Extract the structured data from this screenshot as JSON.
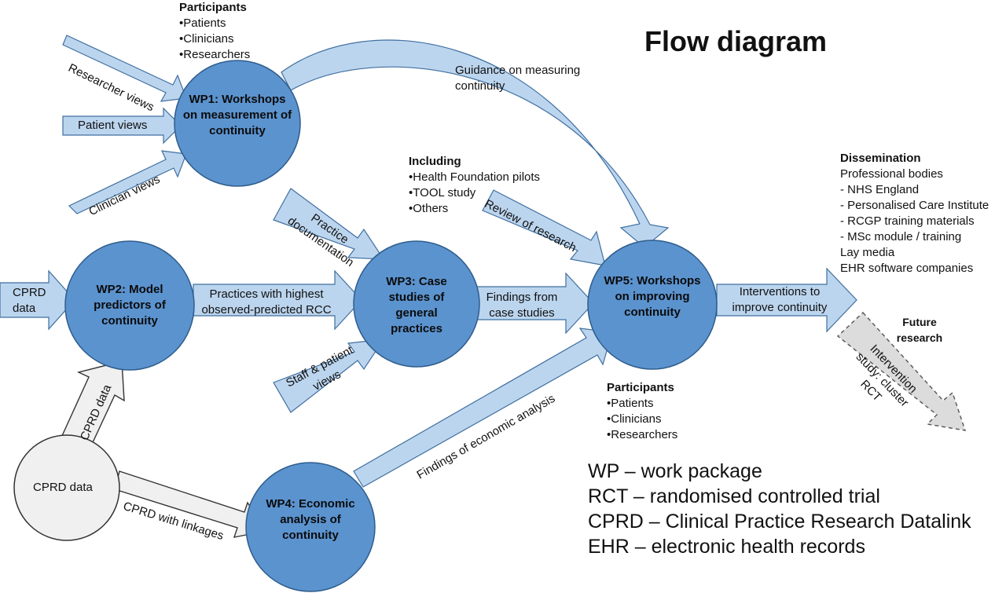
{
  "title": "Flow diagram",
  "colors": {
    "node_fill": "#5b93cf",
    "node_stroke": "#2f5d8c",
    "arrow_fill": "#bcd5ee",
    "arrow_stroke": "#3f6fa0",
    "data_fill": "#f0f0f0",
    "data_stroke": "#555555"
  },
  "participants_top": {
    "heading": "Participants",
    "items": [
      "Patients",
      "Clinicians",
      "Researchers"
    ]
  },
  "participants_bottom": {
    "heading": "Participants",
    "items": [
      "Patients",
      "Clinicians",
      "Researchers"
    ]
  },
  "including": {
    "heading": "Including",
    "items": [
      "Health Foundation pilots",
      "TOOL study",
      "Others"
    ]
  },
  "dissemination": {
    "heading": "Dissemination",
    "lines": [
      "Professional bodies",
      "- NHS England",
      "- Personalised Care Institute",
      "- RCGP training materials",
      "- MSc module / training",
      "Lay media",
      "EHR software companies"
    ]
  },
  "nodes": {
    "wp1": "WP1: Workshops on measurement of continuity",
    "wp2": "WP2: Model predictors of continuity",
    "wp3": "WP3: Case studies of general practices",
    "wp4": "WP4: Economic analysis of continuity",
    "wp5": "WP5: Workshops on improving continuity",
    "cprd": "CPRD data"
  },
  "arrows": {
    "researcher_views": "Researcher views",
    "patient_views": "Patient views",
    "clinician_views": "Clinician views",
    "guidance": "Guidance on measuring continuity",
    "practice_documentation": "Practice documentation",
    "staff_patient_views": "Staff & patient views",
    "review_of_research": "Review of research",
    "cprd_data_in": "CPRD data",
    "cprd_data_up": "CPRD data",
    "practices_highest": "Practices with highest observed-predicted RCC",
    "findings_case": "Findings from case studies",
    "findings_economic": "Findings of economic analysis",
    "cprd_linkages": "CPRD with linkages",
    "interventions": "Interventions to improve continuity",
    "intervention_study": "Intervention study: cluster RCT"
  },
  "future_research": "Future research",
  "legend": [
    "WP – work package",
    "RCT – randomised controlled trial",
    "CPRD – Clinical Practice Research Datalink",
    "EHR – electronic health records"
  ]
}
